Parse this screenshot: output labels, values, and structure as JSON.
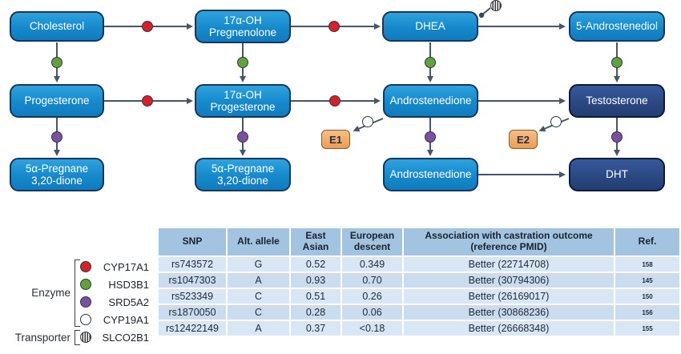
{
  "pathway": {
    "boxes": [
      {
        "id": "cholesterol",
        "label": "Cholesterol",
        "style": "light"
      },
      {
        "id": "17a-oh-pregnenolone",
        "label": "17α-OH Pregnenolone",
        "style": "light"
      },
      {
        "id": "dhea",
        "label": "DHEA",
        "style": "light"
      },
      {
        "id": "5-androstenediol",
        "label": "5-Androstenediol",
        "style": "light"
      },
      {
        "id": "progesterone",
        "label": "Progesterone",
        "style": "light"
      },
      {
        "id": "17a-oh-progesterone",
        "label": "17α-OH Progesterone",
        "style": "light"
      },
      {
        "id": "androstenedione-1",
        "label": "Androstenedione",
        "style": "light"
      },
      {
        "id": "testosterone",
        "label": "Testosterone",
        "style": "dark"
      },
      {
        "id": "5a-pregnane-dione-1",
        "label": "5α-Pregnane 3,20-dione",
        "style": "light"
      },
      {
        "id": "5a-pregnane-dione-2",
        "label": "5α-Pregnane 3,20-dione",
        "style": "light"
      },
      {
        "id": "androstenedione-2",
        "label": "Androstenedione",
        "style": "light"
      },
      {
        "id": "dht",
        "label": "DHT",
        "style": "dark"
      }
    ],
    "e1": "E1",
    "e2": "E2"
  },
  "legend": {
    "enzyme_label": "Enzyme",
    "transporter_label": "Transporter"
  },
  "table": {
    "columns": [
      "SNP",
      "Alt. allele",
      "East Asian",
      "European descent",
      "Association with castration outcome (reference PMID)",
      "Ref."
    ],
    "rows": [
      {
        "gene": "CYP17A1",
        "marker": "red",
        "snp": "rs743572",
        "alt": "G",
        "east_asian": "0.52",
        "european": "0.349",
        "association": "Better (22714708)",
        "ref": "158"
      },
      {
        "gene": "HSD3B1",
        "marker": "green",
        "snp": "rs1047303",
        "alt": "A",
        "east_asian": "0.93",
        "european": "0.70",
        "association": "Better (30794306)",
        "ref": "145"
      },
      {
        "gene": "SRD5A2",
        "marker": "purple",
        "snp": "rs523349",
        "alt": "C",
        "east_asian": "0.51",
        "european": "0.26",
        "association": "Better (26169017)",
        "ref": "150"
      },
      {
        "gene": "CYP19A1",
        "marker": "open",
        "snp": "rs1870050",
        "alt": "C",
        "east_asian": "0.28",
        "european": "0.06",
        "association": "Better (30868236)",
        "ref": "156"
      },
      {
        "gene": "SLCO2B1",
        "marker": "striped",
        "snp": "rs12422149",
        "alt": "A",
        "east_asian": "0.37",
        "european": "<0.18",
        "association": "Better (26668348)",
        "ref": "155"
      }
    ]
  },
  "colors": {
    "box_blue": "#1689cb",
    "box_dark_blue": "#2a477f",
    "enzyme_red": "#d6202a",
    "enzyme_green": "#5fa33c",
    "enzyme_purple": "#7c4fa0",
    "enzyme_open": "#ffffff",
    "transporter_striped": "#3a3a3a",
    "e_box_orange": "#ec9d55",
    "arrow": "#46566a",
    "table_header": "#a3c4e0",
    "table_row_light": "#d9e6f3",
    "table_row_alt": "#cbdcef"
  }
}
